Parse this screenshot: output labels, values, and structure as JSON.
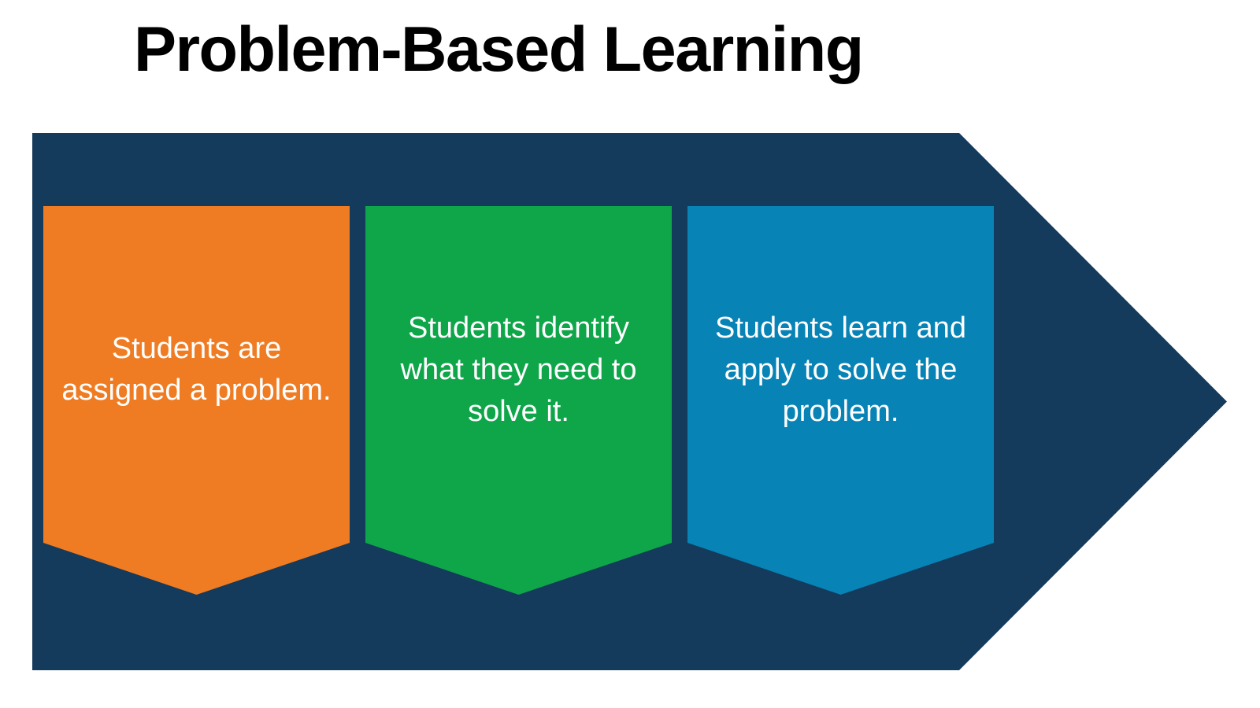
{
  "title": "Problem-Based Learning",
  "colors": {
    "background": "#FFFFFF",
    "title_text": "#000000",
    "arrow_body": "#143A5C",
    "step_text": "#FFFFFF",
    "step_orange": "#EF7C23",
    "step_green": "#0FA64A",
    "step_blue": "#0883B5"
  },
  "diagram": {
    "type": "process-flow-right-arrow",
    "steps": [
      {
        "order": 1,
        "color_name": "orange",
        "color": "#EF7C23",
        "lines": [
          "Students are",
          "assigned a problem."
        ]
      },
      {
        "order": 2,
        "color_name": "green",
        "color": "#0FA64A",
        "lines": [
          "Students identify",
          "what they need to",
          "solve it."
        ]
      },
      {
        "order": 3,
        "color_name": "blue",
        "color": "#0883B5",
        "lines": [
          "Students learn and",
          "apply to solve the",
          "problem."
        ]
      }
    ]
  }
}
